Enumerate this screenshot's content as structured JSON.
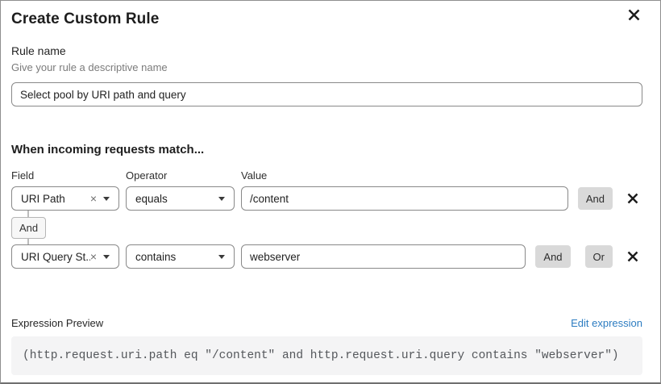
{
  "dialog": {
    "title": "Create Custom Rule"
  },
  "rule_name": {
    "label": "Rule name",
    "helper": "Give your rule a descriptive name",
    "value": "Select pool by URI path and query"
  },
  "match": {
    "heading": "When incoming requests match...",
    "columns": {
      "field": "Field",
      "operator": "Operator",
      "value": "Value"
    },
    "connector": "And",
    "conditions": [
      {
        "field": "URI Path",
        "operator": "equals",
        "value": "/content",
        "and_label": "And"
      },
      {
        "field": "URI Query St...",
        "operator": "contains",
        "value": "webserver",
        "and_label": "And",
        "or_label": "Or"
      }
    ]
  },
  "expression": {
    "label": "Expression Preview",
    "edit_link": "Edit expression",
    "code": "(http.request.uri.path eq \"/content\" and http.request.uri.query contains \"webserver\")"
  },
  "colors": {
    "link_blue": "#2c7cc1",
    "button_gray": "#d9d9d9",
    "code_background": "#f4f4f5"
  }
}
